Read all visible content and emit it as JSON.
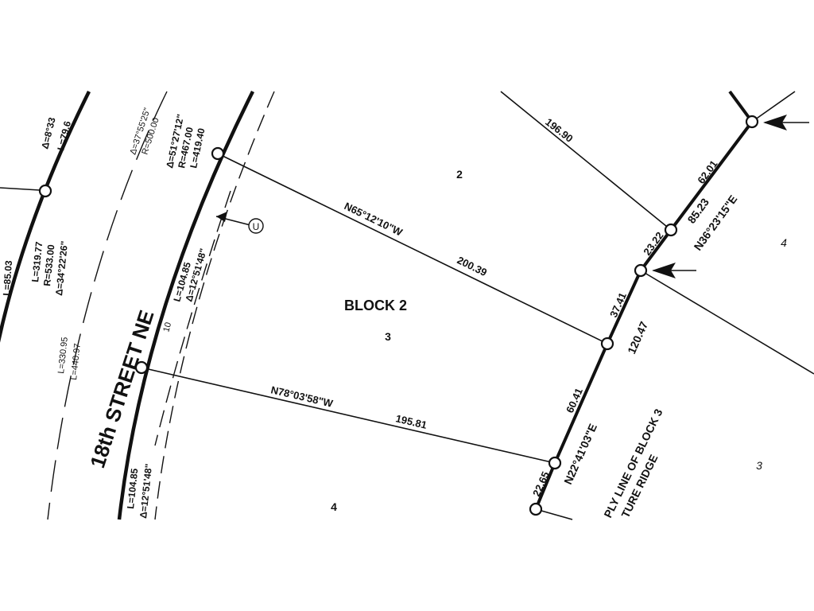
{
  "lots": {
    "lot_2": "2",
    "lot_3": "3",
    "lot_4": "4",
    "lot_4_right": "4",
    "lot_3_right": "3"
  },
  "block": {
    "label": "BLOCK  2"
  },
  "street": {
    "label": "18th   STREET   NE"
  },
  "easement": {
    "marker": "U",
    "width": "10"
  },
  "bearings": {
    "north_line": "N65°12'10\"W",
    "north_dist": "200.39",
    "south_line": "N78°03'58\"W",
    "south_dist": "195.81",
    "east_front": "N22°41'03\"E",
    "east_total": "120.47",
    "east_seg_upper": "37.41",
    "east_seg_lower": "60.41",
    "east_seg_bottom": "22.65",
    "ne_line": "N36°23'15\"E",
    "ne_total": "85.23",
    "ne_seg_upper": "62.01",
    "ne_seg_lower": "23.22",
    "lot2_line": "196.90"
  },
  "curves": {
    "west_curve": {
      "delta": "Δ=51°27'12\"",
      "radius": "R=467.00",
      "length": "L=419.40"
    },
    "lot3_arc": {
      "length": "L=104.85",
      "delta": "Δ=12°51'48\""
    },
    "lot4_arc": {
      "length": "L=104.85",
      "delta": "Δ=12°51'48\""
    },
    "centerline": {
      "delta": "Δ=37°55'25\"",
      "radius": "R=500.00"
    },
    "centerline_lengths": {
      "l1": "L=330.95",
      "l2": "L=440.97"
    },
    "west_row": {
      "length": "L=319.77",
      "radius": "R=533.00",
      "delta": "Δ=34°22'26\""
    },
    "far_west": {
      "delta": "Δ=8°33",
      "length": "L=79.6"
    },
    "far_west_lower": {
      "length": "L=85.03"
    }
  },
  "notes": {
    "easterly_line": "PLY LINE OF BLOCK 3",
    "ridge": "TURE RIDGE"
  }
}
